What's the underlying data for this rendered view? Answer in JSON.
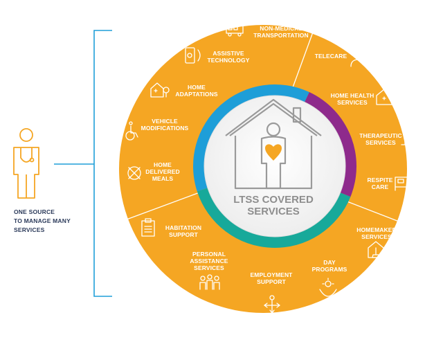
{
  "left_panel": {
    "label": "ONE SOURCE\nTO MANAGE MANY\nSERVICES",
    "icon": "nurse-person-icon"
  },
  "center": {
    "title": "LTSS COVERED\nSERVICES",
    "icon": "house-person-heart-icon"
  },
  "colors": {
    "orange": "#F5A623",
    "blue": "#1E9ED8",
    "purple": "#8E2A8C",
    "teal": "#17A99A",
    "bracket": "#1E9ED8",
    "person": "#F5A623",
    "center_gray": "#9a9a9a",
    "heart": "#F5A623"
  },
  "services": [
    {
      "id": "non-medical-transportation",
      "label": "NON-MEDICAL\nTRANSPORTATION",
      "icon": "van-icon"
    },
    {
      "id": "assistive-technology",
      "label": "ASSISTIVE\nTECHNOLOGY",
      "icon": "phone-stethoscope-icon"
    },
    {
      "id": "home-adaptations",
      "label": "HOME\nADAPTATIONS",
      "icon": "house-tree-icon"
    },
    {
      "id": "vehicle-modifications",
      "label": "VEHICLE\nMODIFICATIONS",
      "icon": "wheelchair-icon"
    },
    {
      "id": "home-delivered-meals",
      "label": "HOME\nDELIVERED\nMEALS",
      "icon": "plate-utensils-icon"
    },
    {
      "id": "habitation-support",
      "label": "HABITATION\nSUPPORT",
      "icon": "clipboard-icon"
    },
    {
      "id": "personal-assistance-services",
      "label": "PERSONAL\nASSISTANCE\nSERVICES",
      "icon": "group-people-icon"
    },
    {
      "id": "employment-support",
      "label": "EMPLOYMENT\nSUPPORT",
      "icon": "person-arrows-icon"
    },
    {
      "id": "day-programs",
      "label": "DAY\nPROGRAMS",
      "icon": "sun-hands-icon"
    },
    {
      "id": "homemaker-services",
      "label": "HOMEMAKER\nSERVICES",
      "icon": "home-broom-icon"
    },
    {
      "id": "respite-care",
      "label": "RESPITE\nCARE",
      "icon": "bed-icon"
    },
    {
      "id": "therapeutic-services",
      "label": "THERAPEUTIC\nSERVICES",
      "icon": "exercise-bike-icon"
    },
    {
      "id": "home-health-services",
      "label": "HOME HEALTH\nSERVICES",
      "icon": "house-cross-icon"
    },
    {
      "id": "telecare",
      "label": "TELECARE",
      "icon": "nurse-bust-icon"
    }
  ]
}
